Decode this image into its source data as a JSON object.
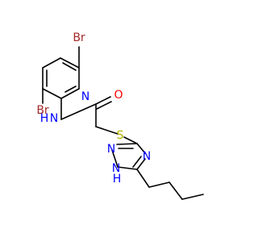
{
  "molecule": {
    "atom_labels": {
      "br_top": "Br",
      "br_left": "Br",
      "n_pyridine": "N",
      "nh_amide": "N",
      "h_amide": "H",
      "o_carbonyl": "O",
      "s_thioether": "S",
      "n_triazole_4": "N",
      "n_triazole_2": "N",
      "n_triazole_1": "N",
      "h_triazole": "H"
    },
    "colors": {
      "bond": "#000000",
      "nitrogen": "#0000ff",
      "oxygen": "#ff0000",
      "sulfur": "#b3b300",
      "bromine": "#a52a2a"
    }
  }
}
